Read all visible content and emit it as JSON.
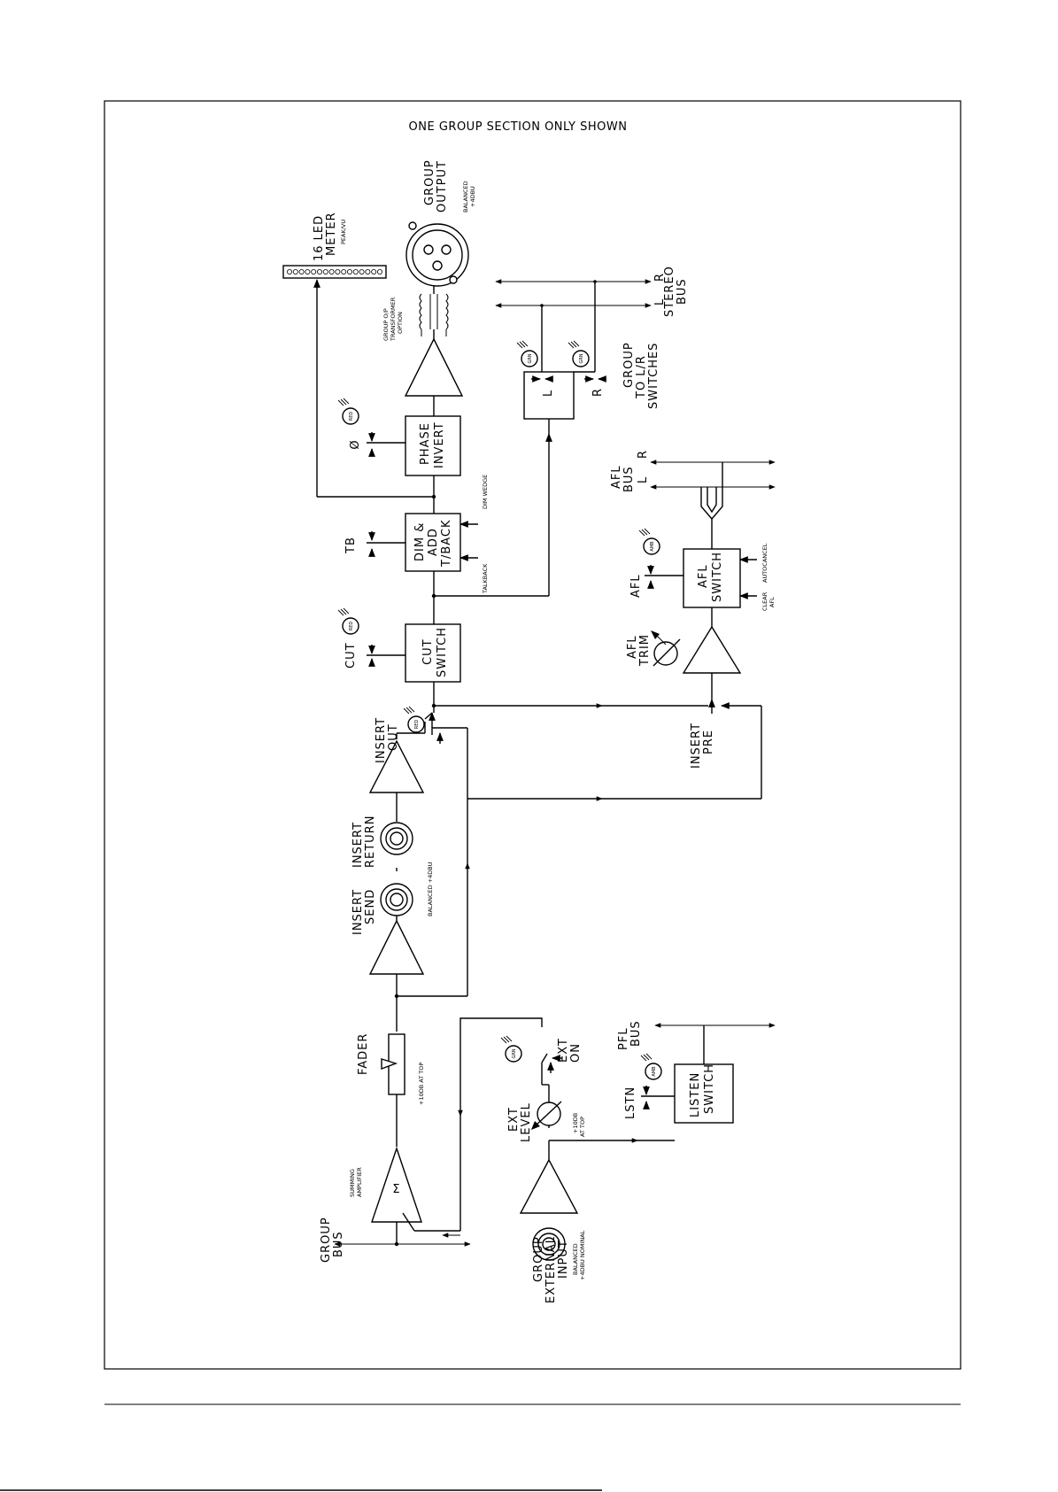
{
  "title": "ONE GROUP SECTION ONLY SHOWN",
  "labels": {
    "group_bus": [
      "GROUP",
      "BUS"
    ],
    "summing_amp": [
      "SUMMING",
      "AMPLIFIER"
    ],
    "fader": "FADER",
    "fader_note": "+10DB AT TOP",
    "insert_send": [
      "INSERT",
      "SEND"
    ],
    "insert_return": [
      "INSERT",
      "RETURN"
    ],
    "insert_balanced": "BALANCED +4DBU",
    "insert_out": [
      "INSERT",
      "OUT"
    ],
    "cut_label": "CUT",
    "cut_switch": [
      "CUT",
      "SWITCH"
    ],
    "tb_label": "TB",
    "dim_box": [
      "DIM &",
      "ADD",
      "T/BACK"
    ],
    "talkback": "TALKBACK",
    "dim_wedge": "DIM WEDGE",
    "phase_invert": [
      "PHASE",
      "INVERT"
    ],
    "phase_symbol": "Ø",
    "transformer": [
      "GROUP O/P",
      "TRANSFORMER",
      "OPTION"
    ],
    "group_output": [
      "GROUP",
      "OUTPUT"
    ],
    "group_output_note": [
      "BALANCED",
      "+4DBU"
    ],
    "led_meter": [
      "16 LED",
      "METER"
    ],
    "led_meter_note": "PEAK/VU",
    "stereo_bus": [
      "STEREO",
      "BUS"
    ],
    "bus_l": "L",
    "bus_r": "R",
    "group_lr": [
      "GROUP",
      "TO L/R",
      "SWITCHES"
    ],
    "afl_bus": [
      "AFL",
      "BUS"
    ],
    "afl_label": "AFL",
    "afl_switch": [
      "AFL",
      "SWITCH"
    ],
    "autocancel": "AUTOCANCEL",
    "clear_afl": [
      "CLEAR",
      "AFL"
    ],
    "afl_trim": [
      "AFL",
      "TRIM"
    ],
    "insert_pre": [
      "INSERT",
      "PRE"
    ],
    "pfl_bus": [
      "PFL",
      "BUS"
    ],
    "lstn": "LSTN",
    "listen_switch": [
      "LISTEN",
      "SWITCH"
    ],
    "ext_on": [
      "EXT",
      "ON"
    ],
    "ext_level": [
      "EXT",
      "LEVEL"
    ],
    "ext_level_note": [
      "+10DB",
      "AT TOP"
    ],
    "ext_input": [
      "GROUP",
      "EXTERNAL",
      "INPUT"
    ],
    "ext_input_note": [
      "BALANCED",
      "+4DBU NOMINAL"
    ]
  },
  "leds": {
    "red": "RED",
    "grn": "GRN",
    "amb": "AMB"
  },
  "colors": {
    "ink": "#000000",
    "paper": "#ffffff"
  }
}
